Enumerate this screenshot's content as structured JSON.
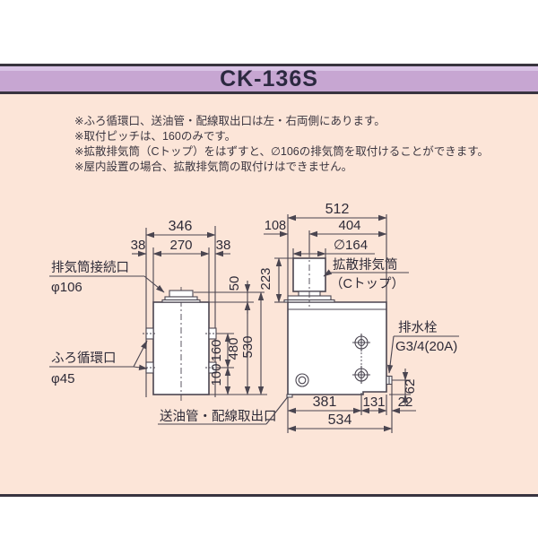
{
  "title": "CK-136S",
  "notes": [
    "※ふろ循環口、送油管・配線取出口は左・右両側にあります。",
    "※取付ピッチは、160のみです。",
    "※拡散排気筒（Cトップ）をはずすと、∅106の排気筒を取付けることができます。",
    "※屋内設置の場合、拡散排気筒の取付けはできません。"
  ],
  "colors": {
    "title_bar": "#c7a6d2",
    "title_bar_highlight": "#dac4e6",
    "background_pink": "#fce5d8",
    "rule_dark": "#39343f",
    "diagram_line": "#4a4550",
    "text": "#2e2b38"
  },
  "side_view": {
    "dims": {
      "overall_width": "346",
      "body_width": "270",
      "side_offset_left": "38",
      "side_offset_right": "38",
      "stub_height": "50",
      "overall_height": "530",
      "body_height": "480",
      "port_pitch": "160",
      "port_bottom_offset": "100"
    },
    "labels": {
      "flue_connection": "排気筒接続口",
      "flue_connection_dia": "φ106",
      "bath_circulation": "ふろ循環口",
      "bath_circulation_dia": "φ45",
      "pipe_wiring_outlet": "送油管・配線取出口"
    }
  },
  "front_view": {
    "dims": {
      "overall_width": "512",
      "right_width": "404",
      "left_offset": "108",
      "cap_dia": "∅164",
      "ctop_height": "223",
      "bottom_left": "381",
      "bottom_mid": "131",
      "bottom_right": "22",
      "bottom_overall": "534",
      "drain_height": "62"
    },
    "labels": {
      "diffuser": "拡散排気筒",
      "diffuser_sub": "（Cトップ）",
      "drain_plug": "排水栓",
      "drain_spec": "G3/4(20A)"
    }
  }
}
